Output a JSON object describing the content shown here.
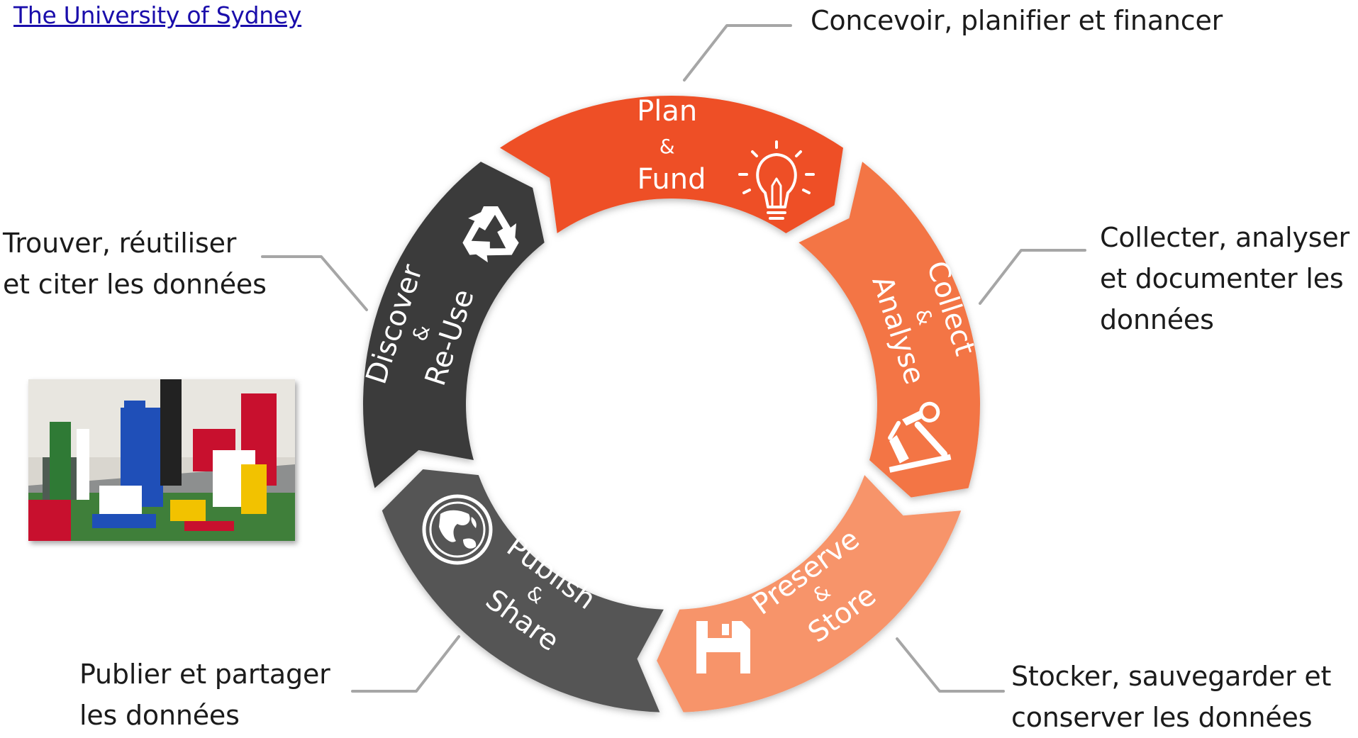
{
  "source_link": "The University of Sydney",
  "cycle": {
    "segments": [
      {
        "id": "plan-fund",
        "line1": "Plan",
        "amp": "&",
        "line2": "Fund",
        "color": "#ee5026",
        "icon": "lightbulb-icon"
      },
      {
        "id": "collect-analyse",
        "line1": "Collect",
        "amp": "&",
        "line2": "Analyse",
        "color": "#f37544",
        "icon": "microscope-icon"
      },
      {
        "id": "preserve-store",
        "line1": "Preserve",
        "amp": "&",
        "line2": "Store",
        "color": "#f7946a",
        "icon": "floppy-disk-icon"
      },
      {
        "id": "publish-share",
        "line1": "Publish",
        "amp": "&",
        "line2": "Share",
        "color": "#555555",
        "icon": "globe-icon"
      },
      {
        "id": "discover-reuse",
        "line1": "Discover",
        "amp": "&",
        "line2": "Re-Use",
        "color": "#3a3a3a",
        "icon": "recycle-icon"
      }
    ]
  },
  "captions": {
    "plan": [
      "Concevoir, planifier et financer"
    ],
    "collect": [
      "Collecter, analyser",
      "et documenter les",
      "données"
    ],
    "preserve": [
      "Stocker, sauvegarder et",
      "conserver les données"
    ],
    "publish": [
      "Publier et partager",
      "les données"
    ],
    "discover": [
      "Trouver, réutiliser",
      "et citer les données"
    ]
  },
  "connector_color": "#a6a6a6"
}
